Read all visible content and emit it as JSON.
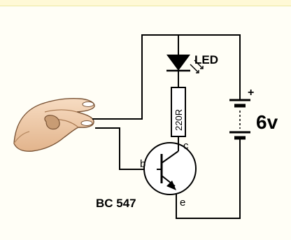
{
  "labels": {
    "led": "LED",
    "resistor": "220R",
    "collector": "c",
    "base": "b",
    "emitter": "e",
    "transistor": "BC 547",
    "battery_plus": "+",
    "battery_voltage": "6v"
  },
  "colors": {
    "wire": "#000000",
    "skin": "#f3d3b3",
    "skin_shadow": "#c89c74",
    "skin_outline": "#7a5436",
    "nail": "#ffffff",
    "top_band": "#fff9d6"
  },
  "icons": {
    "hand": "hand-pointing-icon",
    "led": "led-symbol-icon",
    "resistor": "resistor-symbol-icon",
    "transistor": "npn-transistor-icon",
    "battery": "battery-symbol-icon"
  }
}
